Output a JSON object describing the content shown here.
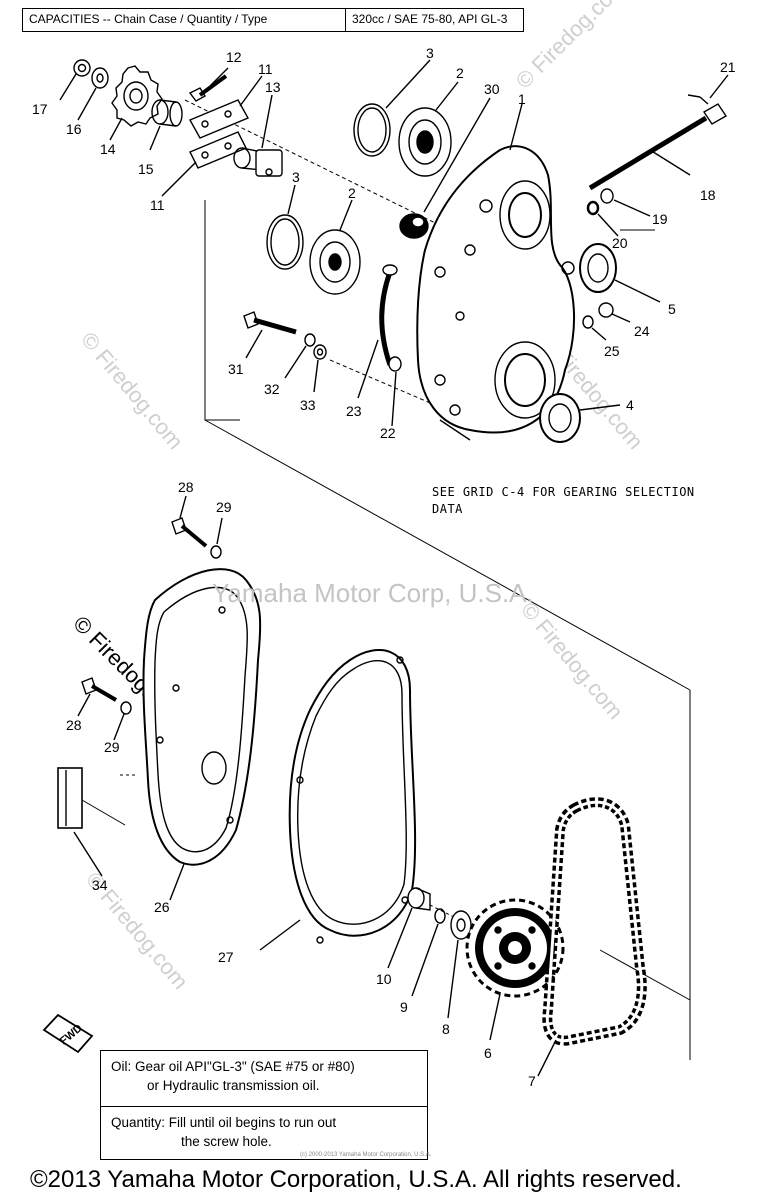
{
  "header": {
    "capacities_label": "CAPACITIES -- Chain Case / Quantity / Type",
    "capacities_value": "320cc / SAE 75-80, API GL-3"
  },
  "note": {
    "line1": "SEE GRID C-4 FOR GEARING SELECTION",
    "line2": "DATA"
  },
  "watermark": {
    "text": "Yamaha Motor Corp, U.S.A.",
    "firedog": "© Firedog.com"
  },
  "fwd_label": "FWD",
  "info": {
    "oil_line1": "Oil:  Gear oil API\"GL-3\" (SAE #75 or #80)",
    "oil_line2": "or Hydraulic transmission oil.",
    "qty_line1": "Quantity:  Fill until oil begins to run out",
    "qty_line2": "the screw hole."
  },
  "copyright": "©2013 Yamaha Motor Corporation, U.S.A. All rights reserved.",
  "tiny_print": "(c) 2000-2013 Yamaha Motor Corporation, U.S.A.",
  "callouts": {
    "c1": "1",
    "c2": "2",
    "c3": "3",
    "c4": "4",
    "c5": "5",
    "c6": "6",
    "c7": "7",
    "c8": "8",
    "c9": "9",
    "c10": "10",
    "c11": "11",
    "c12": "12",
    "c13": "13",
    "c14": "14",
    "c15": "15",
    "c16": "16",
    "c17": "17",
    "c18": "18",
    "c19": "19",
    "c20": "20",
    "c21": "21",
    "c22": "22",
    "c23": "23",
    "c24": "24",
    "c25": "25",
    "c26": "26",
    "c27": "27",
    "c28": "28",
    "c29": "29",
    "c30": "30",
    "c31": "31",
    "c32": "32",
    "c33": "33",
    "c34": "34"
  }
}
